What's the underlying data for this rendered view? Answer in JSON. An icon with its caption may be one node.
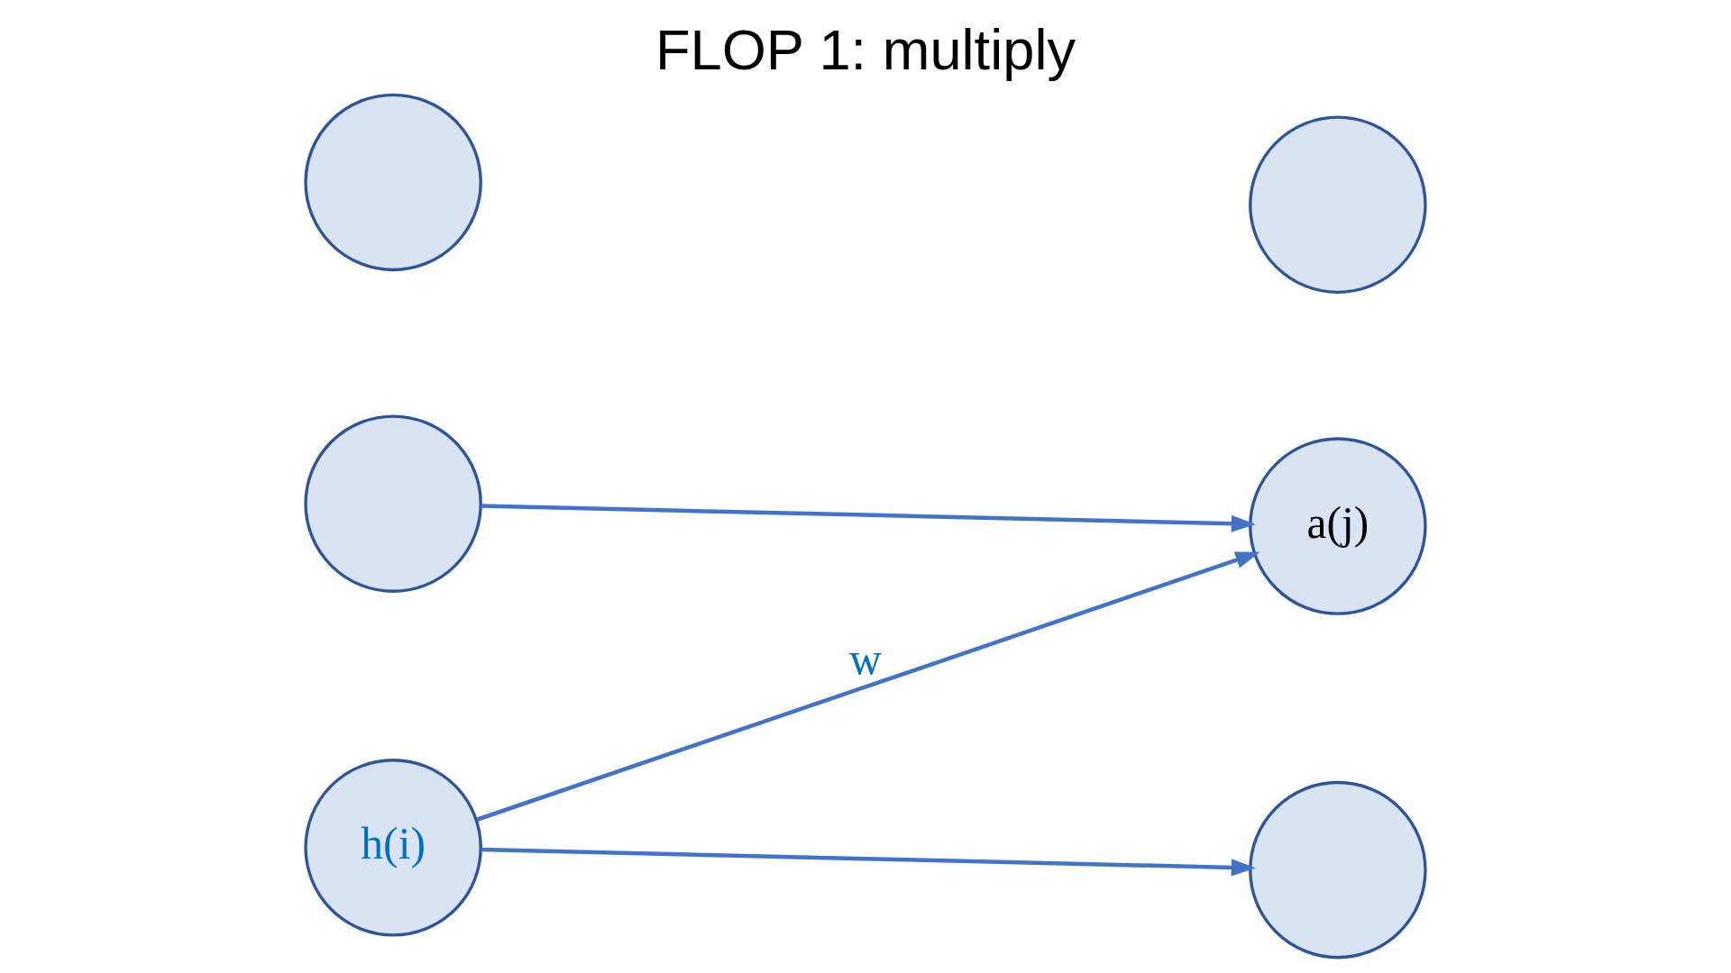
{
  "diagram": {
    "title": "FLOP 1: multiply",
    "nodes": [
      {
        "text": [],
        "shape": "circle"
      },
      {
        "text": [],
        "shape": "circle"
      },
      {
        "text": [
          "h(i)"
        ]
      },
      {
        "text": [
          "a(j)"
        ]
      },
      {
        "text": [],
        "shape": "circle"
      },
      {
        "text": [],
        "shape": "circle"
      }
    ],
    "edges": [
      {
        "from": 0,
        "to": 3,
        "arrow": "to"
      },
      {
        "from": 2,
        "to": 1,
        "arrow": "to"
      },
      {
        "from": 2,
        "to": 3,
        "arrow": "to",
        "label": "w"
      }
    ]
  }
}
